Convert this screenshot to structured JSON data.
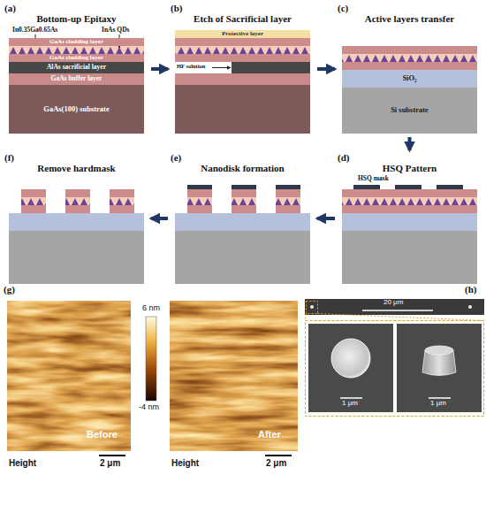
{
  "diagram": {
    "nodes": [
      {
        "text": [
          "(a)",
          "Bottom-up Epitaxy"
        ]
      },
      {
        "text": [
          "GaAs cladding layer"
        ],
        "in": 0
      },
      {
        "text": [
          "GaAs cladding layer"
        ],
        "in": 0
      },
      {
        "text": [
          "AlAs sacrificial layer"
        ],
        "in": 0
      },
      {
        "text": [
          "GaAs buffer layer"
        ],
        "in": 0
      },
      {
        "text": [
          "GaAs(100) substrate"
        ],
        "in": 0
      },
      {
        "text": [
          "(b)",
          "Etch of Sacrificial layer"
        ]
      },
      {
        "text": [
          "Protective layer"
        ],
        "in": 6
      },
      {
        "text": [
          "(c)",
          "Active layers transfer"
        ]
      },
      {
        "text": [
          "SiO₂"
        ],
        "in": 8
      },
      {
        "text": [
          "Si substrate"
        ],
        "in": 8
      },
      {
        "text": [
          "(d)",
          "HSQ Pattern"
        ]
      },
      {
        "text": [
          "(e)",
          "Nanodisk formation"
        ]
      },
      {
        "text": [
          "(f)",
          "Remove hardmask"
        ]
      }
    ],
    "edges": [
      {
        "from": 0,
        "to": 6,
        "arrow": "to"
      },
      {
        "from": 6,
        "to": 8,
        "arrow": "to"
      },
      {
        "from": 8,
        "to": 11,
        "arrow": "to"
      },
      {
        "from": 11,
        "to": 12,
        "arrow": "to"
      },
      {
        "from": 12,
        "to": 13,
        "arrow": "to"
      }
    ],
    "labels": [
      "In0.35Ga0.65As",
      "InAs QDs",
      "HF solution",
      "HSQ mask",
      "(g)",
      "6 nm",
      "-4 nm",
      "Before",
      "After",
      "Height",
      "2 μm",
      "Height",
      "2 μm",
      "(h)",
      "20 μm",
      "1 μm",
      "1 μm"
    ]
  }
}
